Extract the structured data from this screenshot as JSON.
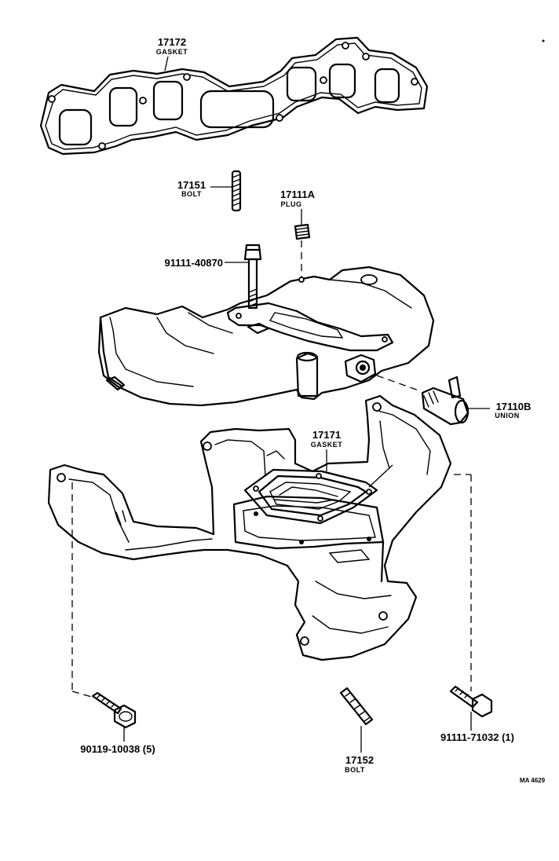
{
  "callouts": {
    "gasket_17172": {
      "part_no": "17172",
      "name": "GASKET"
    },
    "bolt_17151": {
      "part_no": "17151",
      "name": "BOLT"
    },
    "plug_17111a": {
      "part_no": "17111A",
      "name": "PLUG"
    },
    "bolt_91111_40870": {
      "part_no": "91111-40870"
    },
    "union_17110b": {
      "part_no": "17110B",
      "name": "UNION"
    },
    "gasket_17171": {
      "part_no": "17171",
      "name": "GASKET"
    },
    "bolt_90119": {
      "part_no": "90119-10038 (5)"
    },
    "bolt_17152": {
      "part_no": "17152",
      "name": "BOLT"
    },
    "bolt_91111_71032": {
      "part_no": "91111-71032 (1)"
    }
  },
  "drawing_code": "MA 4629"
}
